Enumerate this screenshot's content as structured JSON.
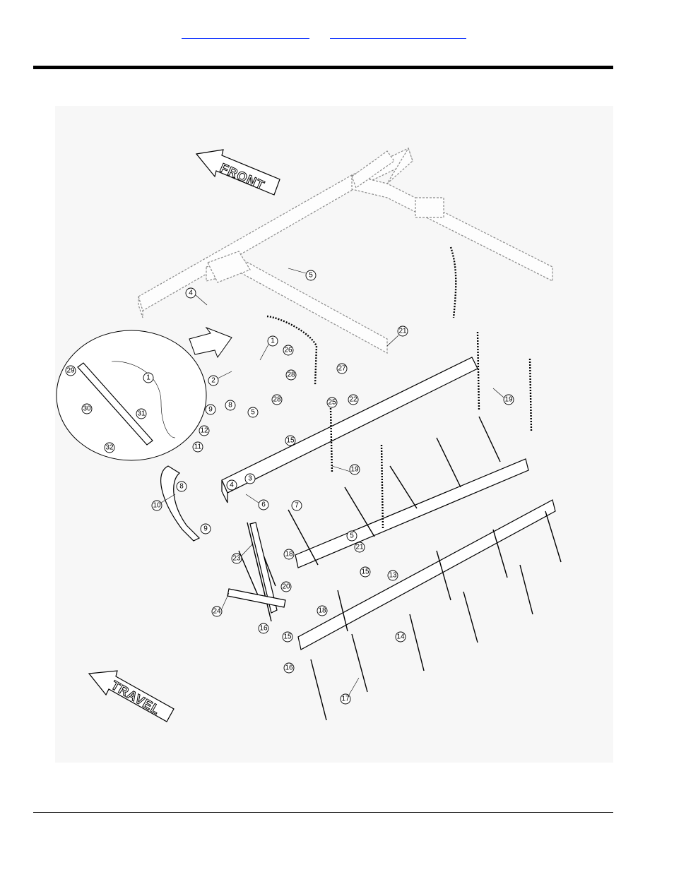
{
  "header": {
    "links": [
      {
        "label": ""
      },
      {
        "label": ""
      }
    ]
  },
  "diagram": {
    "arrows": {
      "front": "FRONT",
      "travel": "TRAVEL"
    },
    "callouts": [
      {
        "id": "c-5a",
        "label": "5"
      },
      {
        "id": "c-4a",
        "label": "4"
      },
      {
        "id": "c-1a",
        "label": "1"
      },
      {
        "id": "c-26",
        "label": "26"
      },
      {
        "id": "c-21a",
        "label": "21"
      },
      {
        "id": "c-27",
        "label": "27"
      },
      {
        "id": "c-28a",
        "label": "28"
      },
      {
        "id": "c-2",
        "label": "2"
      },
      {
        "id": "c-22",
        "label": "22"
      },
      {
        "id": "c-19a",
        "label": "19"
      },
      {
        "id": "c-29",
        "label": "29"
      },
      {
        "id": "c-1b",
        "label": "1"
      },
      {
        "id": "c-30",
        "label": "30"
      },
      {
        "id": "c-31",
        "label": "31"
      },
      {
        "id": "c-32",
        "label": "32"
      },
      {
        "id": "c-9a",
        "label": "9"
      },
      {
        "id": "c-8a",
        "label": "8"
      },
      {
        "id": "c-5b",
        "label": "5"
      },
      {
        "id": "c-28b",
        "label": "28"
      },
      {
        "id": "c-25",
        "label": "25"
      },
      {
        "id": "c-12",
        "label": "12"
      },
      {
        "id": "c-15a",
        "label": "15"
      },
      {
        "id": "c-11",
        "label": "11"
      },
      {
        "id": "c-19b",
        "label": "19"
      },
      {
        "id": "c-4b",
        "label": "4"
      },
      {
        "id": "c-3",
        "label": "3"
      },
      {
        "id": "c-8b",
        "label": "8"
      },
      {
        "id": "c-10",
        "label": "10"
      },
      {
        "id": "c-6",
        "label": "6"
      },
      {
        "id": "c-7",
        "label": "7"
      },
      {
        "id": "c-9b",
        "label": "9"
      },
      {
        "id": "c-23",
        "label": "23"
      },
      {
        "id": "c-5c",
        "label": "5"
      },
      {
        "id": "c-21b",
        "label": "21"
      },
      {
        "id": "c-18a",
        "label": "18"
      },
      {
        "id": "c-15b",
        "label": "15"
      },
      {
        "id": "c-13",
        "label": "13"
      },
      {
        "id": "c-20",
        "label": "20"
      },
      {
        "id": "c-18b",
        "label": "18"
      },
      {
        "id": "c-24",
        "label": "24"
      },
      {
        "id": "c-16a",
        "label": "16"
      },
      {
        "id": "c-15c",
        "label": "15"
      },
      {
        "id": "c-14",
        "label": "14"
      },
      {
        "id": "c-16b",
        "label": "16"
      },
      {
        "id": "c-17",
        "label": "17"
      }
    ]
  }
}
